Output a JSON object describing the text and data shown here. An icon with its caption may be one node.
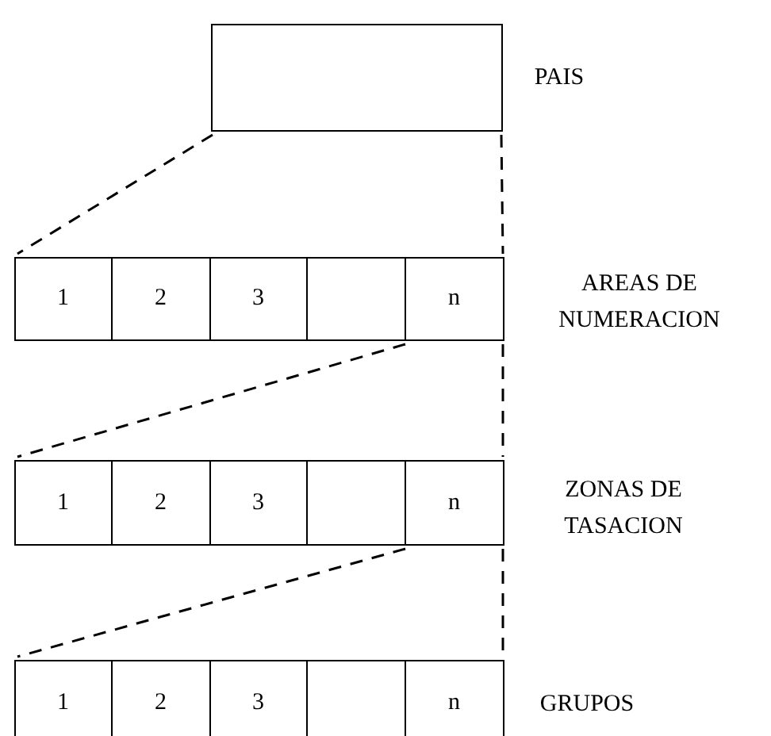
{
  "diagram": {
    "nodes": [
      {
        "text": [],
        "shape": "box",
        "beside": [
          "PAIS"
        ]
      },
      {
        "text": [],
        "shape": "bar",
        "beside": [
          "AREAS DE NUMERACION"
        ]
      },
      {
        "text": [
          "1"
        ],
        "in": 1
      },
      {
        "text": [
          "2"
        ],
        "in": 1
      },
      {
        "text": [
          "3"
        ],
        "in": 1
      },
      {
        "text": [],
        "shape": "box",
        "in": 1
      },
      {
        "text": [
          "n"
        ],
        "in": 1
      },
      {
        "text": [],
        "shape": "bar",
        "beside": [
          "ZONAS DE TASACION"
        ]
      },
      {
        "text": [
          "1"
        ],
        "in": 7
      },
      {
        "text": [
          "2"
        ],
        "in": 7
      },
      {
        "text": [
          "3"
        ],
        "in": 7
      },
      {
        "text": [],
        "shape": "box",
        "in": 7
      },
      {
        "text": [
          "n"
        ],
        "in": 7
      },
      {
        "text": [],
        "shape": "bar",
        "beside": [
          "GRUPOS"
        ]
      },
      {
        "text": [
          "1"
        ],
        "in": 13
      },
      {
        "text": [
          "2"
        ],
        "in": 13
      },
      {
        "text": [
          "3"
        ],
        "in": 13
      },
      {
        "text": [],
        "shape": "box",
        "in": 13
      },
      {
        "text": [
          "n"
        ],
        "in": 13
      }
    ],
    "edges": [
      {
        "from": 0,
        "to": 1,
        "arrow": "none",
        "style": "dashed"
      },
      {
        "from": 0,
        "to": 1,
        "arrow": "none",
        "style": "dashed"
      },
      {
        "from": 6,
        "to": 7,
        "arrow": "none",
        "style": "dashed"
      },
      {
        "from": 6,
        "to": 7,
        "arrow": "none",
        "style": "dashed"
      },
      {
        "from": 12,
        "to": 13,
        "arrow": "none",
        "style": "dashed"
      },
      {
        "from": 12,
        "to": 13,
        "arrow": "none",
        "style": "dashed"
      }
    ]
  }
}
